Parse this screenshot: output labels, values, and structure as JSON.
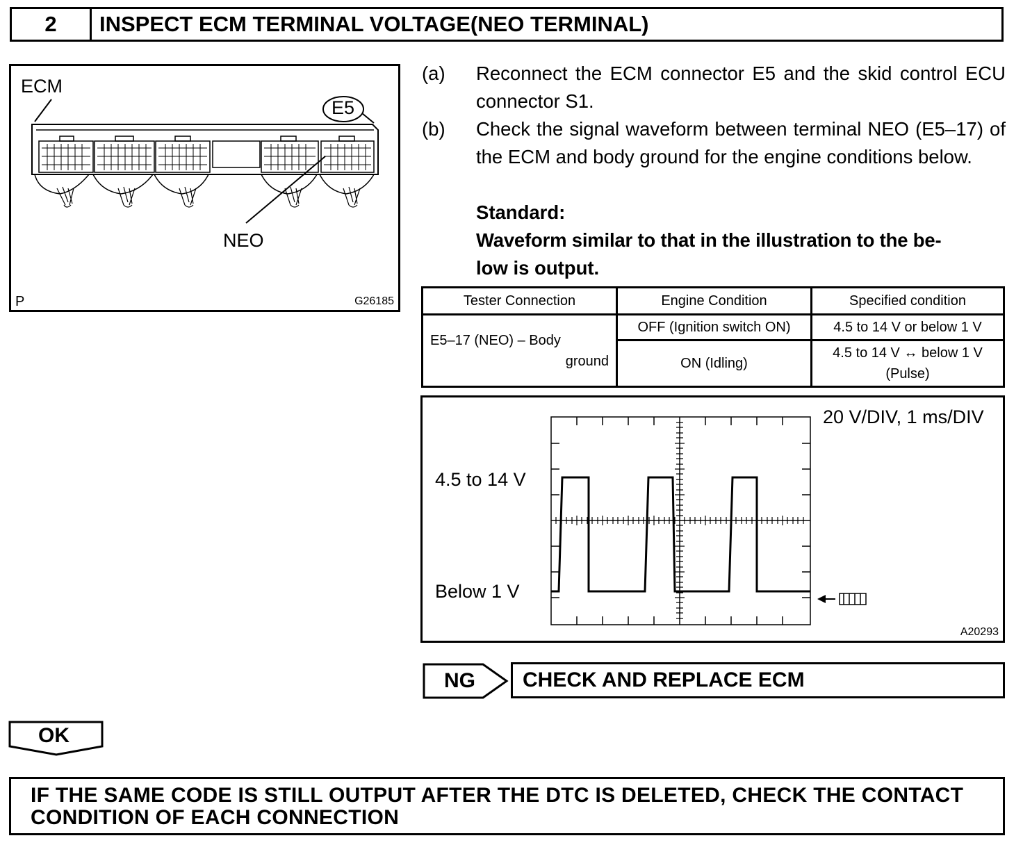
{
  "step": {
    "number": "2",
    "title": "INSPECT ECM TERMINAL VOLTAGE(NEO TERMINAL)"
  },
  "ecm_figure": {
    "ecm_label": "ECM",
    "connector_label": "E5",
    "terminal_label": "NEO",
    "corner_mark": "P",
    "figure_code": "G26185"
  },
  "instructions": [
    {
      "label": "(a)",
      "text": "Reconnect the ECM connector E5 and the skid control ECU connector S1."
    },
    {
      "label": "(b)",
      "text": "Check the signal waveform between terminal NEO (E5–17) of the ECM and body ground for the engine conditions below."
    }
  ],
  "standard": {
    "heading": "Standard:",
    "text_line1": "Waveform similar to that in the illustration to the be-",
    "text_line2": "low is output."
  },
  "spec_table": {
    "headers": [
      "Tester Connection",
      "Engine Condition",
      "Specified condition"
    ],
    "connection_line1": "E5–17 (NEO) – Body",
    "connection_line2": "ground",
    "rows": [
      {
        "condition": "OFF (Ignition switch ON)",
        "spec_line1": "4.5 to 14 V or below 1 V",
        "spec_line2": ""
      },
      {
        "condition": "ON (Idling)",
        "spec_line1": "4.5 to 14 V ↔ below 1 V",
        "spec_line2": "(Pulse)"
      }
    ]
  },
  "waveform": {
    "high_label": "4.5 to 14 V",
    "low_label": "Below 1 V",
    "scale_label": "20 V/DIV, 1 ms/DIV",
    "ground_symbol": "GND",
    "figure_code": "A20293"
  },
  "ng": {
    "label": "NG",
    "action": "CHECK AND REPLACE ECM"
  },
  "ok": {
    "label": "OK"
  },
  "final": {
    "line1": "IF THE SAME CODE IS STILL OUTPUT AFTER THE DTC IS DELETED, CHECK THE CONTACT",
    "line2": "CONDITION OF EACH CONNECTION"
  }
}
